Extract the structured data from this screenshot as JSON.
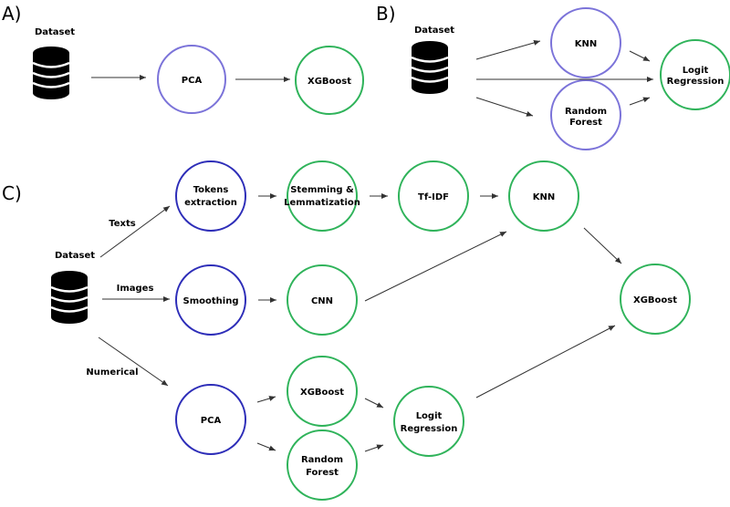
{
  "panels": {
    "a": {
      "letter": "A)",
      "dataset": "Dataset",
      "pca": "PCA",
      "xgboost": "XGBoost"
    },
    "b": {
      "letter": "B)",
      "dataset": "Dataset",
      "knn": "KNN",
      "rf1": "Random",
      "rf2": "Forest",
      "logit1": "Logit",
      "logit2": "Regression"
    },
    "c": {
      "letter": "C)",
      "dataset": "Dataset",
      "texts": "Texts",
      "images": "Images",
      "numerical": "Numerical",
      "tokens1": "Tokens",
      "tokens2": "extraction",
      "stem1": "Stemming &",
      "stem2": "Lemmatization",
      "tfidf": "Tf-IDF",
      "knn": "KNN",
      "smoothing": "Smoothing",
      "cnn": "CNN",
      "xgboost_final": "XGBoost",
      "pca": "PCA",
      "xgboost_mid": "XGBoost",
      "rf1": "Random",
      "rf2": "Forest",
      "logit1": "Logit",
      "logit2": "Regression"
    }
  },
  "colors": {
    "purple": "#7b73d9",
    "green": "#2fb35a",
    "blue": "#2d2db8"
  }
}
